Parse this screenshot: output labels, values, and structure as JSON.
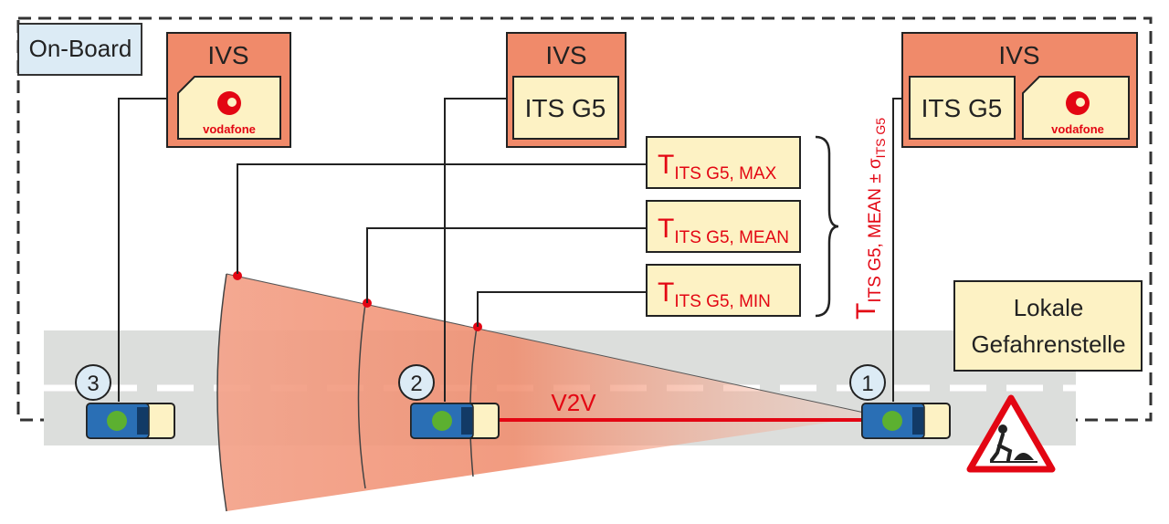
{
  "onboard_label": "On-Board",
  "ivs_boxes": [
    {
      "title": "IVS",
      "modules": [
        "vodafone"
      ]
    },
    {
      "title": "IVS",
      "modules": [
        "ITS G5"
      ]
    },
    {
      "title": "IVS",
      "modules": [
        "ITS G5",
        "vodafone"
      ]
    }
  ],
  "brand_name": "vodafone",
  "timing_labels": [
    {
      "main": "T",
      "sub": "ITS G5, MAX"
    },
    {
      "main": "T",
      "sub": "ITS G5, MEAN"
    },
    {
      "main": "T",
      "sub": "ITS G5, MIN"
    }
  ],
  "brace_label": {
    "main": "T",
    "sub": "ITS G5, MEAN ± σ",
    "subsub": "ITS G5"
  },
  "vehicles": [
    {
      "number": "3"
    },
    {
      "number": "2"
    },
    {
      "number": "1"
    }
  ],
  "link_label": "V2V",
  "hazard_label": [
    "Lokale",
    "Gefahrenstelle"
  ],
  "colors": {
    "ivs_fill": "#f08a6a",
    "module_fill": "#fdf2c4",
    "accent_red": "#e30613",
    "cone_fill": "#f3a48c",
    "road": "#dcdedc",
    "label_fill": "#fdf2c4"
  }
}
